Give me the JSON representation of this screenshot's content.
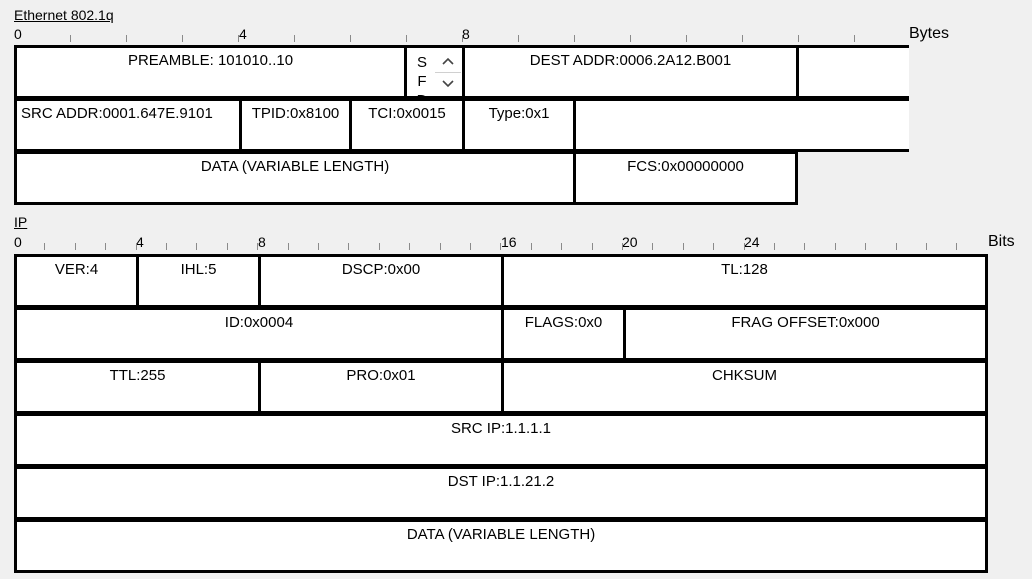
{
  "ethernet": {
    "title": "Ethernet 802.1q",
    "ruler_labels": [
      "0",
      "4",
      "8"
    ],
    "unit": "Bytes",
    "fields": {
      "preamble": "PREAMBLE: 101010..10",
      "sfd_letters": [
        "S",
        "F",
        "D"
      ],
      "dest_addr": "DEST ADDR:0006.2A12.B001",
      "src_addr": "SRC ADDR:0001.647E.9101",
      "tpid": "TPID:0x8100",
      "tci": "TCI:0x0015",
      "type": "Type:0x1",
      "data": "DATA (VARIABLE LENGTH)",
      "fcs": "FCS:0x00000000"
    }
  },
  "ip": {
    "title": "IP",
    "ruler_labels": [
      "0",
      "4",
      "8",
      "16",
      "20",
      "24"
    ],
    "unit": "Bits",
    "fields": {
      "ver": "VER:4",
      "ihl": "IHL:5",
      "dscp": "DSCP:0x00",
      "tl": "TL:128",
      "id": "ID:0x0004",
      "flags": "FLAGS:0x0",
      "frag_offset": "FRAG OFFSET:0x000",
      "ttl": "TTL:255",
      "pro": "PRO:0x01",
      "chksum": "CHKSUM",
      "src_ip": "SRC IP:1.1.1.1",
      "dst_ip": "DST IP:1.1.21.2",
      "data": "DATA (VARIABLE LENGTH)"
    }
  },
  "icons": {
    "spin_up": "chevron-up-icon",
    "spin_down": "chevron-down-icon"
  }
}
